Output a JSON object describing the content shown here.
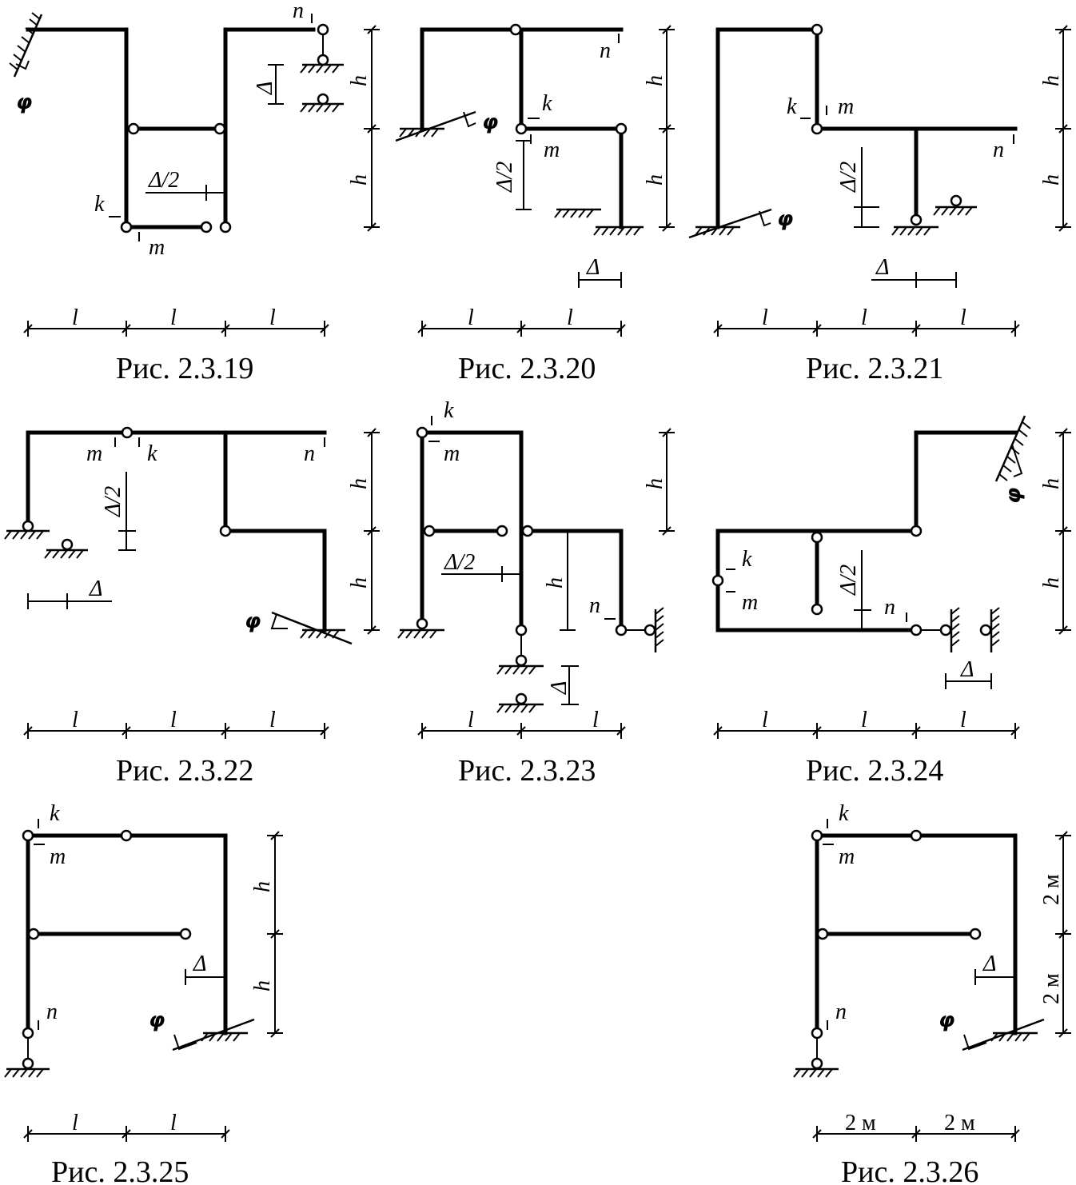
{
  "figures": [
    {
      "id": "2.3.19",
      "caption": "Рис. 2.3.19",
      "width_labels": [
        "l",
        "l",
        "l"
      ],
      "height_labels": [
        "h",
        "h"
      ],
      "displacement_labels": [
        "Δ/2",
        "Δ"
      ],
      "rotation_label": "φ",
      "section_labels": [
        "k",
        "m",
        "n"
      ]
    },
    {
      "id": "2.3.20",
      "caption": "Рис. 2.3.20",
      "width_labels": [
        "l",
        "l"
      ],
      "height_labels": [
        "h",
        "h"
      ],
      "displacement_labels": [
        "Δ/2",
        "Δ"
      ],
      "rotation_label": "φ",
      "section_labels": [
        "k",
        "m",
        "n"
      ]
    },
    {
      "id": "2.3.21",
      "caption": "Рис. 2.3.21",
      "width_labels": [
        "l",
        "l",
        "l"
      ],
      "height_labels": [
        "h",
        "h"
      ],
      "displacement_labels": [
        "Δ/2",
        "Δ"
      ],
      "rotation_label": "φ",
      "section_labels": [
        "k",
        "m",
        "n"
      ]
    },
    {
      "id": "2.3.22",
      "caption": "Рис. 2.3.22",
      "width_labels": [
        "l",
        "l",
        "l"
      ],
      "height_labels": [
        "h",
        "h"
      ],
      "displacement_labels": [
        "Δ/2",
        "Δ"
      ],
      "rotation_label": "φ",
      "section_labels": [
        "m",
        "k",
        "n"
      ]
    },
    {
      "id": "2.3.23",
      "caption": "Рис. 2.3.23",
      "width_labels": [
        "l",
        "l"
      ],
      "height_labels": [
        "h",
        "h"
      ],
      "displacement_labels": [
        "Δ/2",
        "Δ"
      ],
      "section_labels": [
        "k",
        "m",
        "n"
      ]
    },
    {
      "id": "2.3.24",
      "caption": "Рис. 2.3.24",
      "width_labels": [
        "l",
        "l",
        "l"
      ],
      "height_labels": [
        "h",
        "h"
      ],
      "displacement_labels": [
        "Δ/2",
        "Δ"
      ],
      "rotation_label": "φ",
      "section_labels": [
        "k",
        "m",
        "n"
      ]
    },
    {
      "id": "2.3.25",
      "caption": "Рис. 2.3.25",
      "width_labels": [
        "l",
        "l"
      ],
      "height_labels": [
        "h",
        "h"
      ],
      "displacement_labels": [
        "Δ"
      ],
      "rotation_label": "φ",
      "section_labels": [
        "k",
        "m",
        "n"
      ]
    },
    {
      "id": "2.3.26",
      "caption": "Рис. 2.3.26",
      "width_labels": [
        "2 м",
        "2 м"
      ],
      "height_labels": [
        "2 м",
        "2 м"
      ],
      "displacement_labels": [
        "Δ"
      ],
      "rotation_label": "φ",
      "section_labels": [
        "k",
        "m",
        "n"
      ]
    }
  ]
}
